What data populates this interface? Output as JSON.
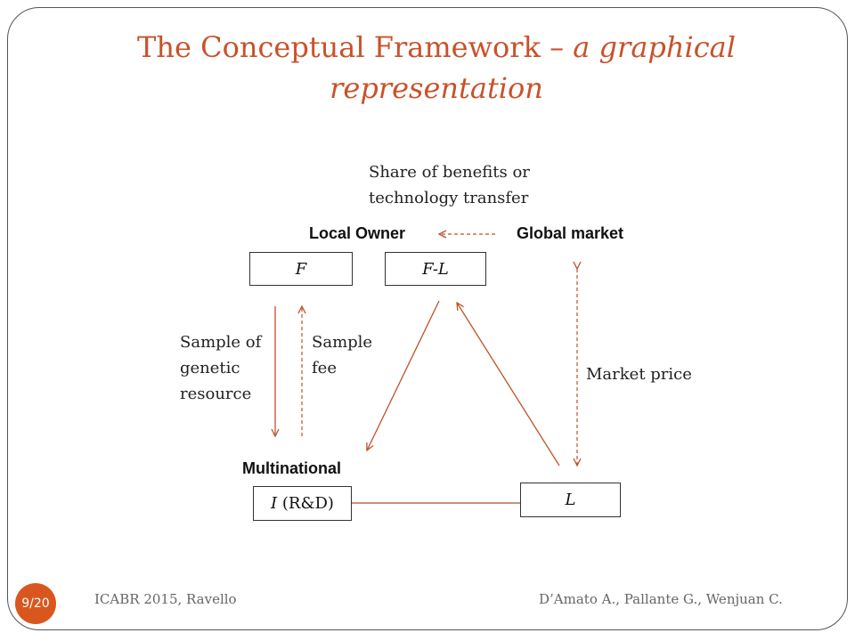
{
  "slide": {
    "title_main": "The Conceptual Framework – ",
    "title_italic": "a graphical representation",
    "page_number": "9/20",
    "footer_left": "ICABR 2015, Ravello",
    "footer_right": "D’Amato A., Pallante G., Wenjuan C."
  },
  "diagram": {
    "top_annotation": "Share of benefits or\ntechnology transfer",
    "local_owner_label": "Local Owner",
    "global_market_label": "Global market",
    "multinational_label": "Multinational",
    "box_f": "F",
    "box_fl": "F-L",
    "box_i_var": "I",
    "box_i_rest": " (R&D)",
    "box_l": "L",
    "sample_of_genetic_resource": "Sample of\ngenetic\nresource",
    "sample_fee": "Sample\nfee",
    "market_price": "Market price"
  },
  "colors": {
    "title": "#c8522a",
    "arrow": "#c0502a",
    "badge": "#d9571e"
  }
}
